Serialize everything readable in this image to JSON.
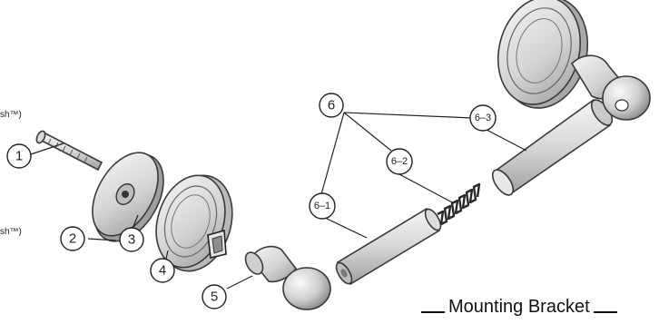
{
  "diagram": {
    "edge_labels": [
      "sh™)",
      "sh™)"
    ],
    "callouts": [
      "1",
      "2",
      "3",
      "4",
      "5",
      "6",
      "6–1",
      "6–2",
      "6–3"
    ],
    "title": "Mounting Bracket"
  },
  "colors": {
    "line": "#222222",
    "metal_light": "#efefef",
    "metal_mid": "#cfcfcf",
    "metal_dark": "#9a9a9a"
  }
}
